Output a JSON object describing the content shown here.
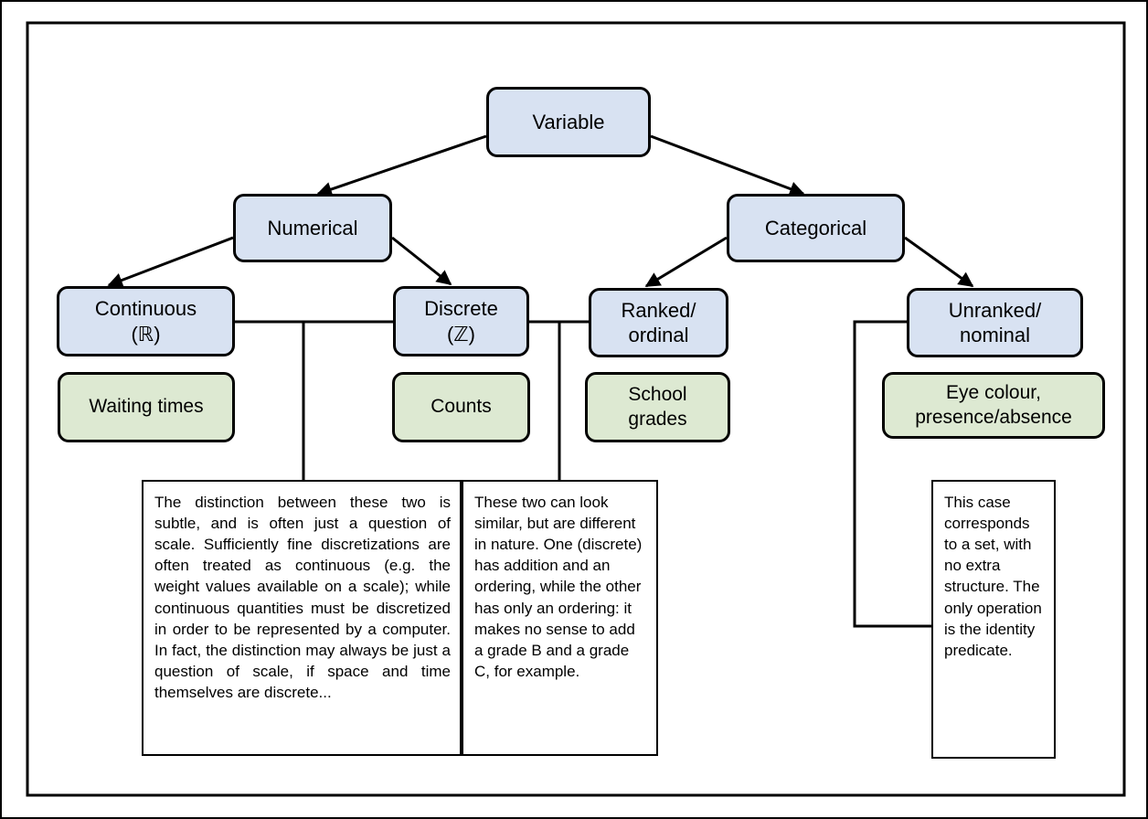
{
  "diagram": {
    "nodes": {
      "variable": {
        "label": "Variable"
      },
      "numerical": {
        "label": "Numerical"
      },
      "categorical": {
        "label": "Categorical"
      },
      "continuous": {
        "label": "Continuous\n(ℝ)"
      },
      "discrete": {
        "label": "Discrete\n(ℤ)"
      },
      "ranked": {
        "label": "Ranked/\nordinal"
      },
      "unranked": {
        "label": "Unranked/\nnominal"
      }
    },
    "examples": {
      "waiting": {
        "label": "Waiting times"
      },
      "counts": {
        "label": "Counts"
      },
      "school": {
        "label": "School\ngrades"
      },
      "eye": {
        "label": "Eye colour,\npresence/absence"
      }
    },
    "notes": {
      "continuous_vs_discrete": "The distinction between these two is subtle, and is often just a question of scale. Sufficiently fine discretizations are often treated as continuous (e.g. the weight values available on a scale); while continuous quantities must be discretized in order to be represented by a computer. In fact, the distinction may always be just a question of scale, if space and time themselves are discrete...",
      "discrete_vs_ordinal": "These two can look similar, but are different in nature. One (discrete) has addition and an ordering, while the other has only an ordering: it makes no sense to add a grade B and a grade C, for example.",
      "nominal": "This case corresponds to a set, with no extra structure. The only operation is the identity predicate."
    },
    "colors": {
      "node_fill": "#d8e2f2",
      "example_fill": "#dde9d2",
      "note_fill": "#ffffff",
      "line": "#000000"
    }
  }
}
